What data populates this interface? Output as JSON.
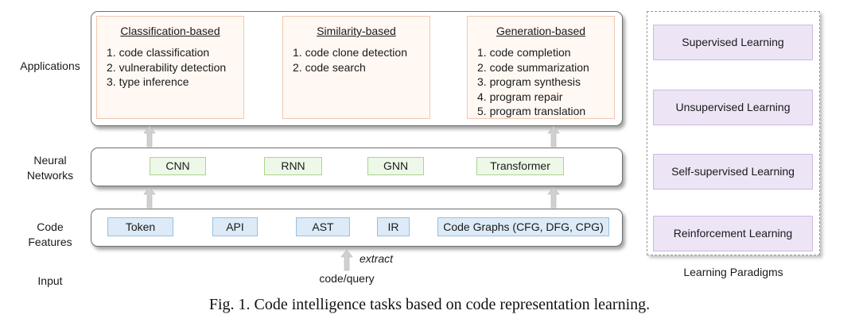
{
  "row_labels": {
    "applications": "Applications",
    "neural_networks": [
      "Neural",
      "Networks"
    ],
    "code_features": [
      "Code",
      "Features"
    ],
    "input": "Input"
  },
  "applications": [
    {
      "title": "Classification-based",
      "items": [
        "1. code classification",
        "2. vulnerability detection",
        "3. type inference"
      ]
    },
    {
      "title": "Similarity-based",
      "items": [
        "1. code clone detection",
        "2. code search"
      ]
    },
    {
      "title": "Generation-based",
      "items": [
        "1. code completion",
        "2. code summarization",
        "3. program synthesis",
        "4. program repair",
        "5. program translation"
      ]
    }
  ],
  "neural_networks": [
    "CNN",
    "RNN",
    "GNN",
    "Transformer"
  ],
  "code_features": [
    "Token",
    "API",
    "AST",
    "IR",
    "Code Graphs (CFG, DFG, CPG)"
  ],
  "input": {
    "arrow_label": "extract",
    "text": "code/query"
  },
  "learning_paradigms": {
    "items": [
      "Supervised Learning",
      "Unsupervised Learning",
      "Self-supervised Learning",
      "Reinforcement Learning"
    ],
    "label": "Learning Paradigms"
  },
  "caption": "Fig. 1.  Code intelligence tasks based on code representation learning.",
  "colors": {
    "app_card_fill": "#fff8f3",
    "nn_chip_fill": "#eef8e8",
    "feature_chip_fill": "#dcebf7",
    "paradigm_fill": "#ede4f6",
    "arrow_fill": "#d0d0d0"
  }
}
